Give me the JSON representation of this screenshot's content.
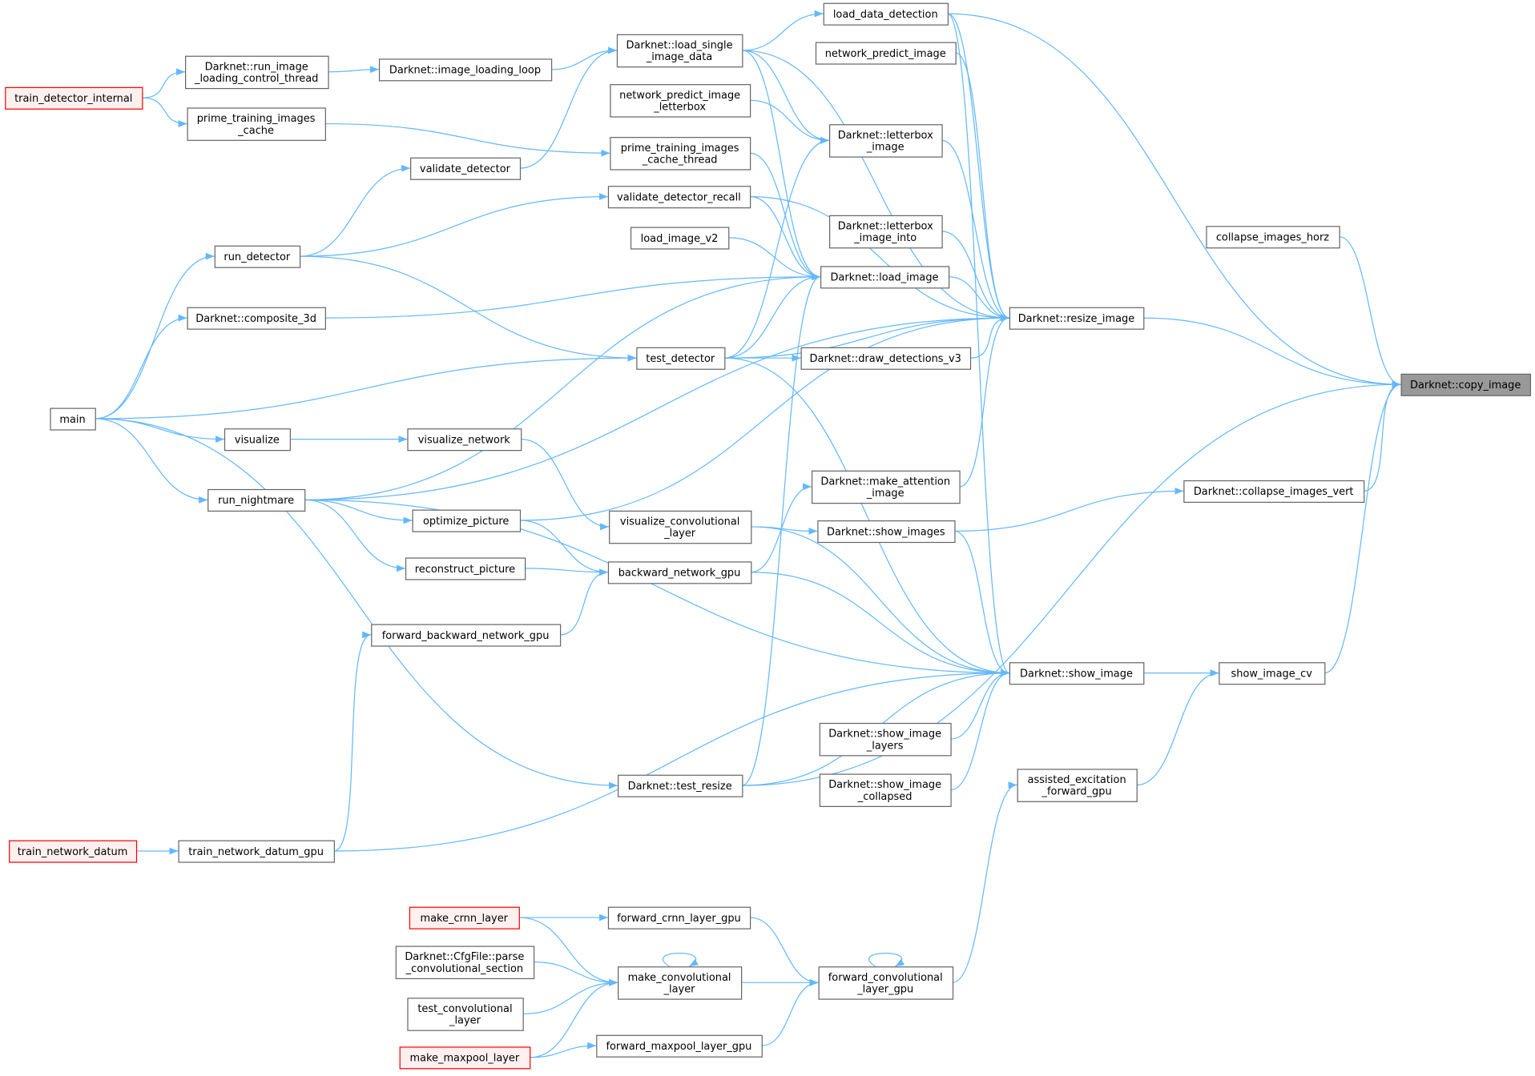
{
  "title": "Darknet::copy_image caller graph",
  "colors": {
    "edge": "#63b8ff",
    "node_border": "#666666",
    "highlight_fill": "#999999",
    "red_border": "#ff0000",
    "red_fill": "#fff0f0"
  },
  "nodes": [
    {
      "id": "load_data_detection",
      "lines": [
        "load_data_detection"
      ],
      "style": "normal"
    },
    {
      "id": "network_predict_image",
      "lines": [
        "network_predict_image"
      ],
      "style": "normal"
    },
    {
      "id": "load_single_image_data",
      "lines": [
        "Darknet::load_single",
        "_image_data"
      ],
      "style": "normal"
    },
    {
      "id": "run_image_loading_control_thread",
      "lines": [
        "Darknet::run_image",
        "_loading_control_thread"
      ],
      "style": "normal"
    },
    {
      "id": "image_loading_loop",
      "lines": [
        "Darknet::image_loading_loop"
      ],
      "style": "normal"
    },
    {
      "id": "train_detector_internal",
      "lines": [
        "train_detector_internal"
      ],
      "style": "red"
    },
    {
      "id": "network_predict_image_letterbox",
      "lines": [
        "network_predict_image",
        "_letterbox"
      ],
      "style": "normal"
    },
    {
      "id": "prime_training_images_cache",
      "lines": [
        "prime_training_images",
        "_cache"
      ],
      "style": "normal"
    },
    {
      "id": "letterbox_image",
      "lines": [
        "Darknet::letterbox",
        "_image"
      ],
      "style": "normal"
    },
    {
      "id": "prime_training_images_cache_thread",
      "lines": [
        "prime_training_images",
        "_cache_thread"
      ],
      "style": "normal"
    },
    {
      "id": "validate_detector",
      "lines": [
        "validate_detector"
      ],
      "style": "normal"
    },
    {
      "id": "validate_detector_recall",
      "lines": [
        "validate_detector_recall"
      ],
      "style": "normal"
    },
    {
      "id": "letterbox_image_into",
      "lines": [
        "Darknet::letterbox",
        "_image_into"
      ],
      "style": "normal"
    },
    {
      "id": "collapse_images_horz",
      "lines": [
        "collapse_images_horz"
      ],
      "style": "normal"
    },
    {
      "id": "load_image_v2",
      "lines": [
        "load_image_v2"
      ],
      "style": "normal"
    },
    {
      "id": "run_detector",
      "lines": [
        "run_detector"
      ],
      "style": "normal"
    },
    {
      "id": "load_image",
      "lines": [
        "Darknet::load_image"
      ],
      "style": "normal"
    },
    {
      "id": "composite_3d",
      "lines": [
        "Darknet::composite_3d"
      ],
      "style": "normal"
    },
    {
      "id": "resize_image",
      "lines": [
        "Darknet::resize_image"
      ],
      "style": "normal"
    },
    {
      "id": "test_detector",
      "lines": [
        "test_detector"
      ],
      "style": "normal"
    },
    {
      "id": "draw_detections_v3",
      "lines": [
        "Darknet::draw_detections_v3"
      ],
      "style": "normal"
    },
    {
      "id": "copy_image",
      "lines": [
        "Darknet::copy_image"
      ],
      "style": "highlight"
    },
    {
      "id": "main",
      "lines": [
        "main"
      ],
      "style": "normal"
    },
    {
      "id": "visualize",
      "lines": [
        "visualize"
      ],
      "style": "normal"
    },
    {
      "id": "visualize_network",
      "lines": [
        "visualize_network"
      ],
      "style": "normal"
    },
    {
      "id": "make_attention_image",
      "lines": [
        "Darknet::make_attention",
        "_image"
      ],
      "style": "normal"
    },
    {
      "id": "collapse_images_vert",
      "lines": [
        "Darknet::collapse_images_vert"
      ],
      "style": "normal"
    },
    {
      "id": "run_nightmare",
      "lines": [
        "run_nightmare"
      ],
      "style": "normal"
    },
    {
      "id": "optimize_picture",
      "lines": [
        "optimize_picture"
      ],
      "style": "normal"
    },
    {
      "id": "visualize_convolutional_layer",
      "lines": [
        "visualize_convolutional",
        "_layer"
      ],
      "style": "normal"
    },
    {
      "id": "show_images",
      "lines": [
        "Darknet::show_images"
      ],
      "style": "normal"
    },
    {
      "id": "reconstruct_picture",
      "lines": [
        "reconstruct_picture"
      ],
      "style": "normal"
    },
    {
      "id": "backward_network_gpu",
      "lines": [
        "backward_network_gpu"
      ],
      "style": "normal"
    },
    {
      "id": "forward_backward_network_gpu",
      "lines": [
        "forward_backward_network_gpu"
      ],
      "style": "normal"
    },
    {
      "id": "show_image",
      "lines": [
        "Darknet::show_image"
      ],
      "style": "normal"
    },
    {
      "id": "show_image_cv",
      "lines": [
        "show_image_cv"
      ],
      "style": "normal"
    },
    {
      "id": "show_image_layers",
      "lines": [
        "Darknet::show_image",
        "_layers"
      ],
      "style": "normal"
    },
    {
      "id": "assisted_excitation_forward_gpu",
      "lines": [
        "assisted_excitation",
        "_forward_gpu"
      ],
      "style": "normal"
    },
    {
      "id": "test_resize",
      "lines": [
        "Darknet::test_resize"
      ],
      "style": "normal"
    },
    {
      "id": "show_image_collapsed",
      "lines": [
        "Darknet::show_image",
        "_collapsed"
      ],
      "style": "normal"
    },
    {
      "id": "train_network_datum",
      "lines": [
        "train_network_datum"
      ],
      "style": "red"
    },
    {
      "id": "train_network_datum_gpu",
      "lines": [
        "train_network_datum_gpu"
      ],
      "style": "normal"
    },
    {
      "id": "make_crnn_layer",
      "lines": [
        "make_crnn_layer"
      ],
      "style": "red"
    },
    {
      "id": "forward_crnn_layer_gpu",
      "lines": [
        "forward_crnn_layer_gpu"
      ],
      "style": "normal"
    },
    {
      "id": "parse_convolutional_section",
      "lines": [
        "Darknet::CfgFile::parse",
        "_convolutional_section"
      ],
      "style": "normal"
    },
    {
      "id": "make_convolutional_layer",
      "lines": [
        "make_convolutional",
        "_layer"
      ],
      "style": "normal"
    },
    {
      "id": "forward_convolutional_layer_gpu",
      "lines": [
        "forward_convolutional",
        "_layer_gpu"
      ],
      "style": "normal"
    },
    {
      "id": "test_convolutional_layer",
      "lines": [
        "test_convolutional",
        "_layer"
      ],
      "style": "normal"
    },
    {
      "id": "make_maxpool_layer",
      "lines": [
        "make_maxpool_layer"
      ],
      "style": "red"
    },
    {
      "id": "forward_maxpool_layer_gpu",
      "lines": [
        "forward_maxpool_layer_gpu"
      ],
      "style": "normal"
    }
  ],
  "edges": [
    [
      "load_data_detection",
      "copy_image"
    ],
    [
      "load_single_image_data",
      "load_data_detection"
    ],
    [
      "image_loading_loop",
      "load_single_image_data"
    ],
    [
      "run_image_loading_control_thread",
      "image_loading_loop"
    ],
    [
      "train_detector_internal",
      "run_image_loading_control_thread"
    ],
    [
      "train_detector_internal",
      "prime_training_images_cache"
    ],
    [
      "prime_training_images_cache",
      "prime_training_images_cache_thread"
    ],
    [
      "validate_detector",
      "load_single_image_data"
    ],
    [
      "run_detector",
      "validate_detector"
    ],
    [
      "run_detector",
      "validate_detector_recall"
    ],
    [
      "main",
      "run_detector"
    ],
    [
      "main",
      "composite_3d"
    ],
    [
      "main",
      "visualize"
    ],
    [
      "main",
      "run_nightmare"
    ],
    [
      "main",
      "test_detector"
    ],
    [
      "main",
      "test_resize"
    ],
    [
      "network_predict_image",
      "resize_image"
    ],
    [
      "network_predict_image_letterbox",
      "letterbox_image"
    ],
    [
      "load_single_image_data",
      "letterbox_image"
    ],
    [
      "load_single_image_data",
      "load_image"
    ],
    [
      "load_single_image_data",
      "resize_image"
    ],
    [
      "letterbox_image",
      "resize_image"
    ],
    [
      "letterbox_image_into",
      "resize_image"
    ],
    [
      "load_data_detection",
      "resize_image"
    ],
    [
      "load_data_detection",
      "show_image"
    ],
    [
      "prime_training_images_cache_thread",
      "load_image"
    ],
    [
      "validate_detector_recall",
      "load_image"
    ],
    [
      "validate_detector_recall",
      "resize_image"
    ],
    [
      "load_image_v2",
      "load_image"
    ],
    [
      "composite_3d",
      "load_image"
    ],
    [
      "test_detector",
      "load_image"
    ],
    [
      "test_detector",
      "letterbox_image"
    ],
    [
      "test_detector",
      "resize_image"
    ],
    [
      "test_detector",
      "draw_detections_v3"
    ],
    [
      "run_detector",
      "test_detector"
    ],
    [
      "draw_detections_v3",
      "resize_image"
    ],
    [
      "load_image",
      "resize_image"
    ],
    [
      "resize_image",
      "copy_image"
    ],
    [
      "run_nightmare",
      "load_image"
    ],
    [
      "run_nightmare",
      "resize_image"
    ],
    [
      "optimize_picture",
      "resize_image"
    ],
    [
      "make_attention_image",
      "resize_image"
    ],
    [
      "test_resize",
      "load_image"
    ],
    [
      "test_resize",
      "show_image"
    ],
    [
      "test_resize",
      "copy_image"
    ],
    [
      "visualize",
      "visualize_network"
    ],
    [
      "visualize_network",
      "visualize_convolutional_layer"
    ],
    [
      "visualize_convolutional_layer",
      "show_images"
    ],
    [
      "show_images",
      "collapse_images_vert"
    ],
    [
      "collapse_images_vert",
      "copy_image"
    ],
    [
      "collapse_images_horz",
      "copy_image"
    ],
    [
      "backward_network_gpu",
      "make_attention_image"
    ],
    [
      "backward_network_gpu",
      "show_image"
    ],
    [
      "run_nightmare",
      "optimize_picture"
    ],
    [
      "run_nightmare",
      "reconstruct_picture"
    ],
    [
      "optimize_picture",
      "backward_network_gpu"
    ],
    [
      "reconstruct_picture",
      "backward_network_gpu"
    ],
    [
      "forward_backward_network_gpu",
      "backward_network_gpu"
    ],
    [
      "train_network_datum_gpu",
      "forward_backward_network_gpu"
    ],
    [
      "train_network_datum_gpu",
      "show_image"
    ],
    [
      "train_network_datum",
      "train_network_datum_gpu"
    ],
    [
      "test_detector",
      "show_image"
    ],
    [
      "visualize_convolutional_layer",
      "show_image"
    ],
    [
      "show_images",
      "show_image"
    ],
    [
      "show_image_layers",
      "show_image"
    ],
    [
      "show_image_collapsed",
      "show_image"
    ],
    [
      "run_nightmare",
      "show_image"
    ],
    [
      "show_image",
      "show_image_cv"
    ],
    [
      "show_image_cv",
      "copy_image"
    ],
    [
      "assisted_excitation_forward_gpu",
      "show_image_cv"
    ],
    [
      "forward_convolutional_layer_gpu",
      "assisted_excitation_forward_gpu"
    ],
    [
      "forward_convolutional_layer_gpu",
      "forward_convolutional_layer_gpu"
    ],
    [
      "make_convolutional_layer",
      "make_convolutional_layer"
    ],
    [
      "make_convolutional_layer",
      "forward_convolutional_layer_gpu"
    ],
    [
      "forward_crnn_layer_gpu",
      "forward_convolutional_layer_gpu"
    ],
    [
      "forward_maxpool_layer_gpu",
      "forward_convolutional_layer_gpu"
    ],
    [
      "make_crnn_layer",
      "forward_crnn_layer_gpu"
    ],
    [
      "make_crnn_layer",
      "make_convolutional_layer"
    ],
    [
      "parse_convolutional_section",
      "make_convolutional_layer"
    ],
    [
      "test_convolutional_layer",
      "make_convolutional_layer"
    ],
    [
      "make_maxpool_layer",
      "make_convolutional_layer"
    ],
    [
      "make_maxpool_layer",
      "forward_maxpool_layer_gpu"
    ]
  ]
}
